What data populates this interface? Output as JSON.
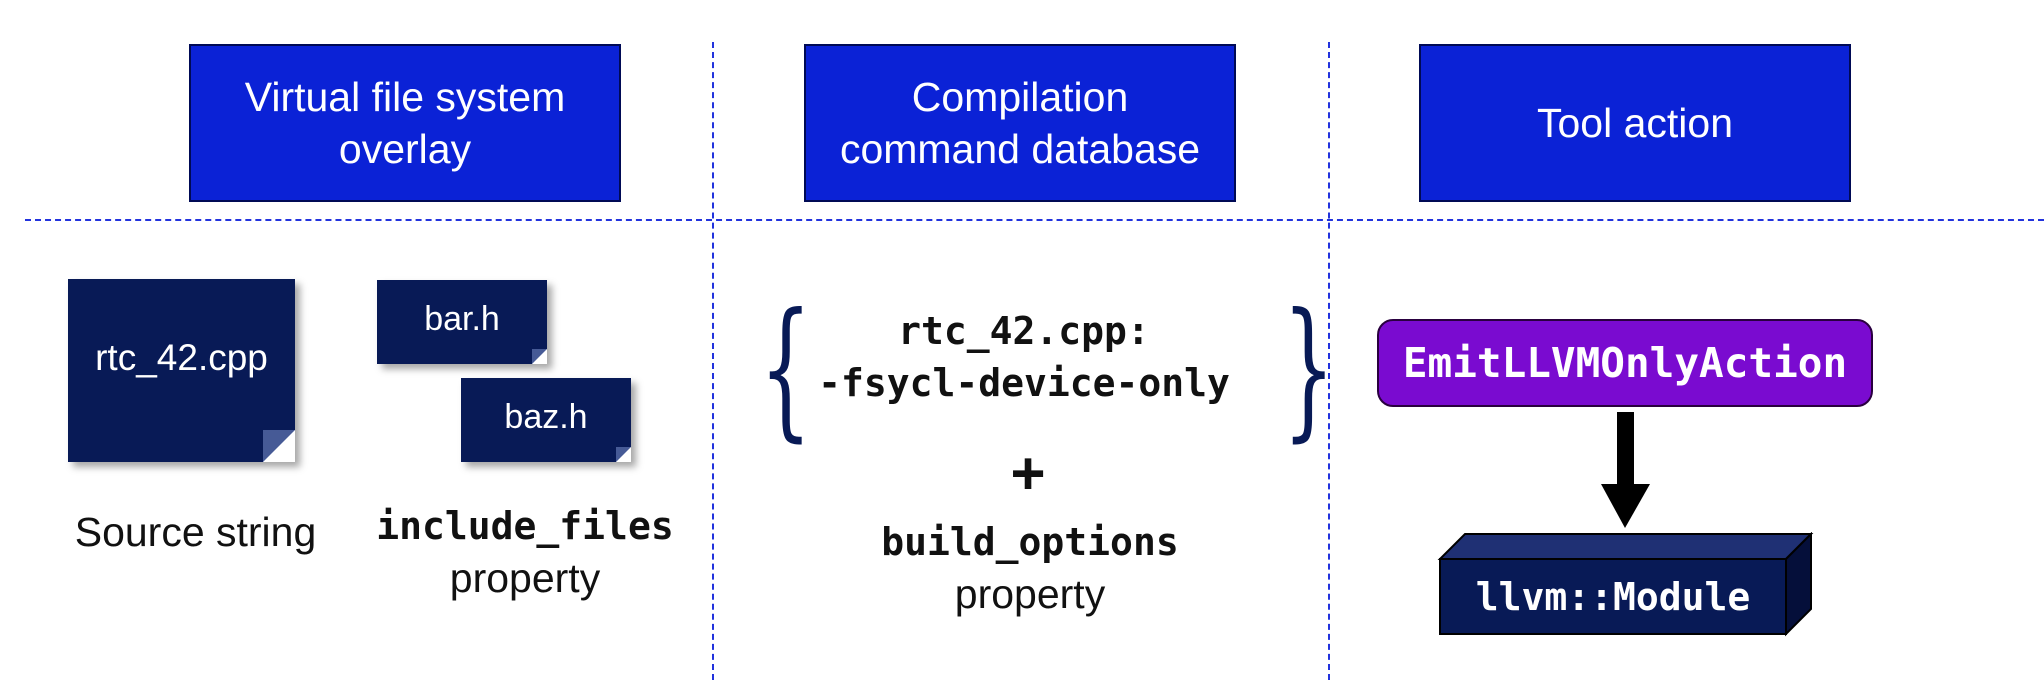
{
  "columns": [
    {
      "header_lines": [
        "Virtual file system",
        "overlay"
      ]
    },
    {
      "header_lines": [
        "Compilation",
        "command database"
      ]
    },
    {
      "header_lines": [
        "Tool action"
      ]
    }
  ],
  "vfs": {
    "source_file": "rtc_42.cpp",
    "include_a": "bar.h",
    "include_b": "baz.h",
    "source_caption": "Source string",
    "include_caption_code": "include_files",
    "include_caption_text": "property"
  },
  "compdb": {
    "entry_line1": "rtc_42.cpp:",
    "entry_line2": "-fsycl-device-only",
    "plus": "+",
    "options_code": "build_options",
    "options_text": "property"
  },
  "tool": {
    "action": "EmitLLVMOnlyAction",
    "output": "llvm::Module"
  },
  "colors": {
    "header_fill": "#0b22d6",
    "doc_fill": "#081a56",
    "action_fill": "#7a0bd0",
    "divider": "#2233dd"
  }
}
